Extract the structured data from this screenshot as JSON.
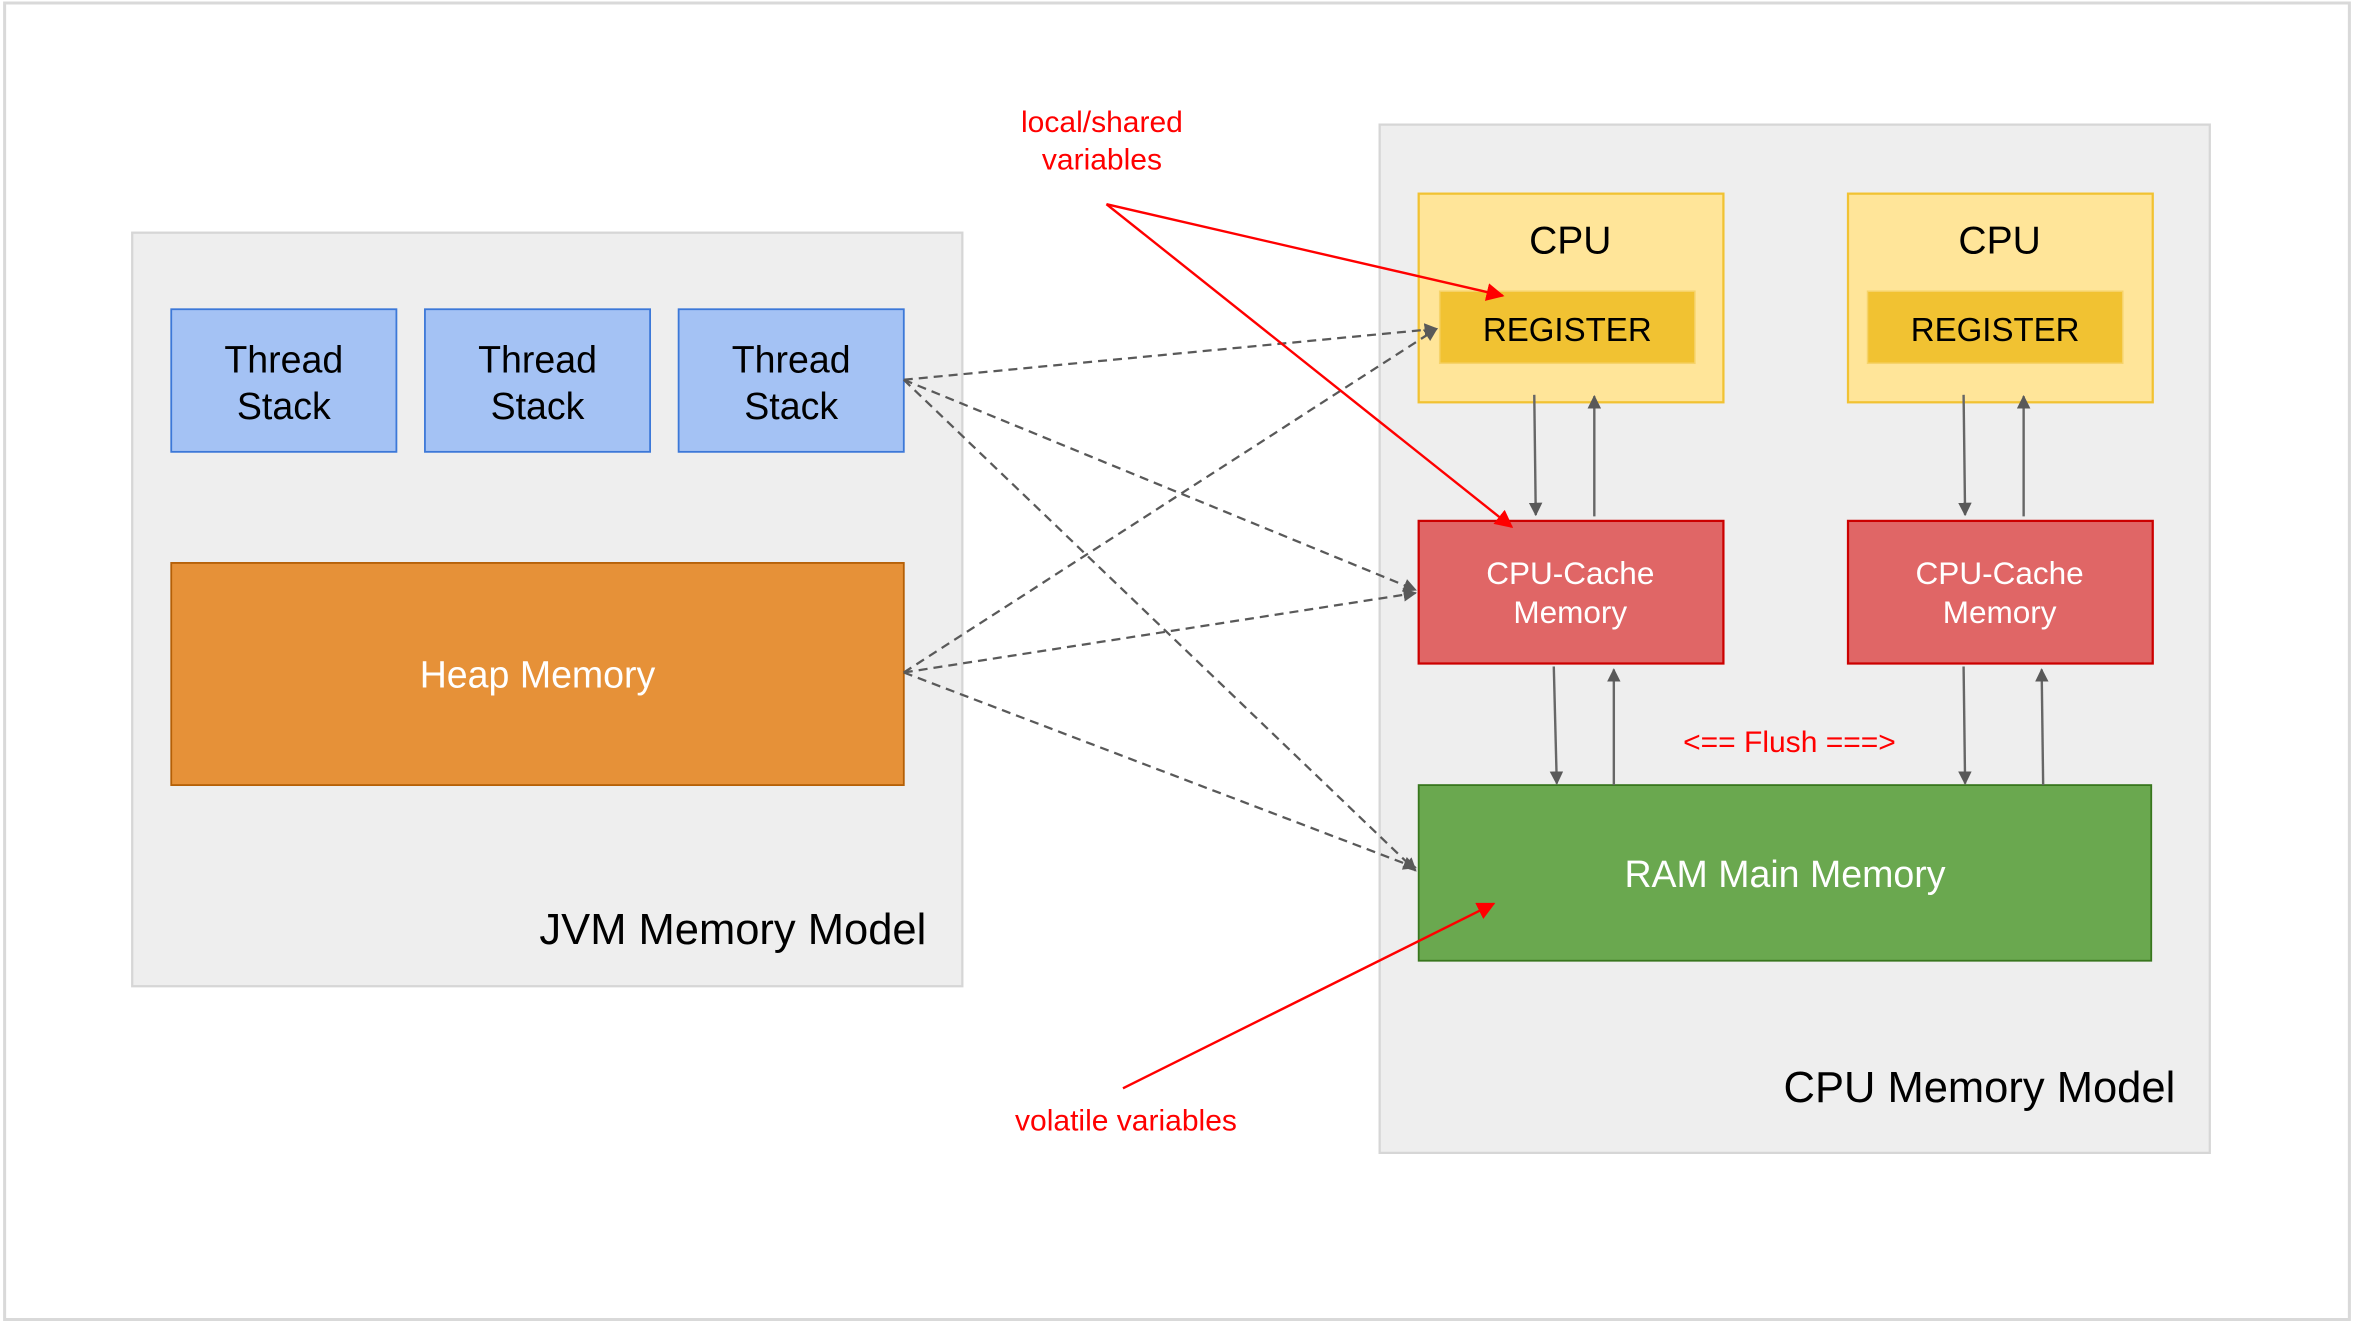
{
  "jvm": {
    "title": "JVM Memory Model",
    "thread_stacks": [
      {
        "line1": "Thread",
        "line2": "Stack"
      },
      {
        "line1": "Thread",
        "line2": "Stack"
      },
      {
        "line1": "Thread",
        "line2": "Stack"
      }
    ],
    "heap": "Heap Memory"
  },
  "cpu_model": {
    "title": "CPU Memory Model",
    "cpus": [
      {
        "label": "CPU",
        "register": "REGISTER",
        "cache_line1": "CPU-Cache",
        "cache_line2": "Memory"
      },
      {
        "label": "CPU",
        "register": "REGISTER",
        "cache_line1": "CPU-Cache",
        "cache_line2": "Memory"
      }
    ],
    "ram": "RAM Main Memory",
    "flush": "<== Flush ===>"
  },
  "annotations": {
    "local_shared_line1": "local/shared",
    "local_shared_line2": "variables",
    "volatile": "volatile variables"
  },
  "colors": {
    "thread_stack": "#a4c2f4",
    "heap": "#e69138",
    "cpu": "#ffe599",
    "register": "#f1c232",
    "cache": "#e06666",
    "ram": "#6aa84f",
    "annotation": "#ff0000"
  }
}
